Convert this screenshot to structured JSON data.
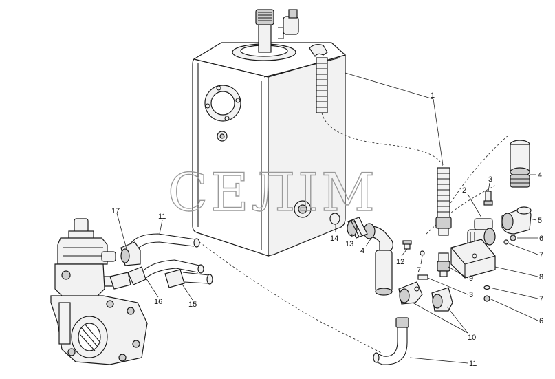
{
  "watermark": "СЕЛІМ",
  "callouts": [
    {
      "id": "c1a",
      "text": "1"
    },
    {
      "id": "c2",
      "text": "2"
    },
    {
      "id": "c3a",
      "text": "3"
    },
    {
      "id": "c4a",
      "text": "4"
    },
    {
      "id": "c5",
      "text": "5"
    },
    {
      "id": "c6a",
      "text": "6"
    },
    {
      "id": "c7a",
      "text": "7"
    },
    {
      "id": "c8",
      "text": "8"
    },
    {
      "id": "c9",
      "text": "9"
    },
    {
      "id": "c3b",
      "text": "3"
    },
    {
      "id": "c7b",
      "text": "7"
    },
    {
      "id": "c6b",
      "text": "6"
    },
    {
      "id": "c10",
      "text": "10"
    },
    {
      "id": "c11b",
      "text": "11"
    },
    {
      "id": "c12",
      "text": "12"
    },
    {
      "id": "c7c",
      "text": "7"
    },
    {
      "id": "c4b",
      "text": "4"
    },
    {
      "id": "c13",
      "text": "13"
    },
    {
      "id": "c14",
      "text": "14"
    },
    {
      "id": "c11a",
      "text": "11"
    },
    {
      "id": "c17",
      "text": "17"
    },
    {
      "id": "c16",
      "text": "16"
    },
    {
      "id": "c15",
      "text": "15"
    }
  ]
}
